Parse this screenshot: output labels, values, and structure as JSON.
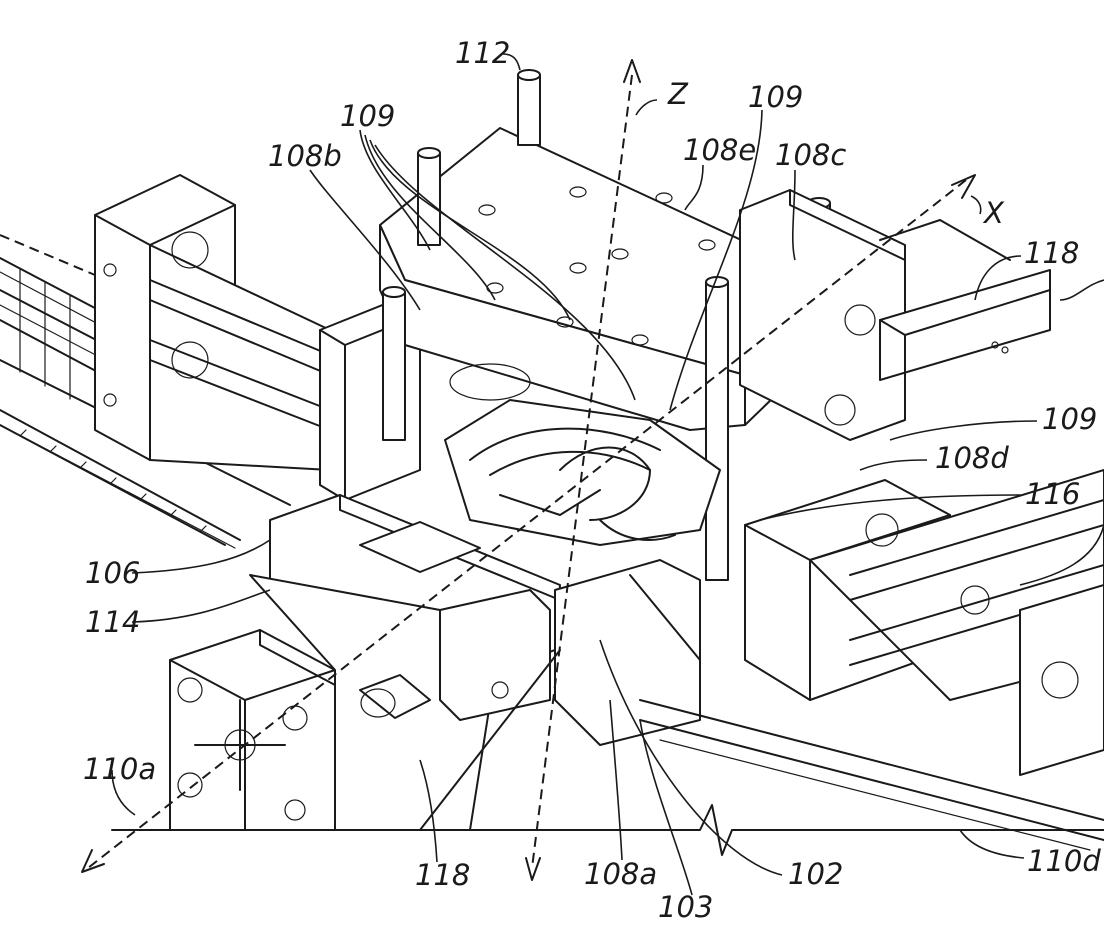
{
  "labels": {
    "l112": "112",
    "lZ": "Z",
    "l109_left": "109",
    "l109_top": "109",
    "l108b": "108b",
    "l108e": "108e",
    "l108c": "108c",
    "lX": "X",
    "l118_right": "118",
    "l109_right": "109",
    "l108d": "108d",
    "l116": "116",
    "l106": "106",
    "l114": "114",
    "l110a": "110a",
    "l118_bottom": "118",
    "l108a": "108a",
    "l102": "102",
    "l103": "103",
    "l110d": "110d"
  },
  "icons": {
    "z_axis": "dashed-arrow-vertical",
    "x_axis": "dashed-arrow-diagonal",
    "break_line": "zigzag-break"
  }
}
